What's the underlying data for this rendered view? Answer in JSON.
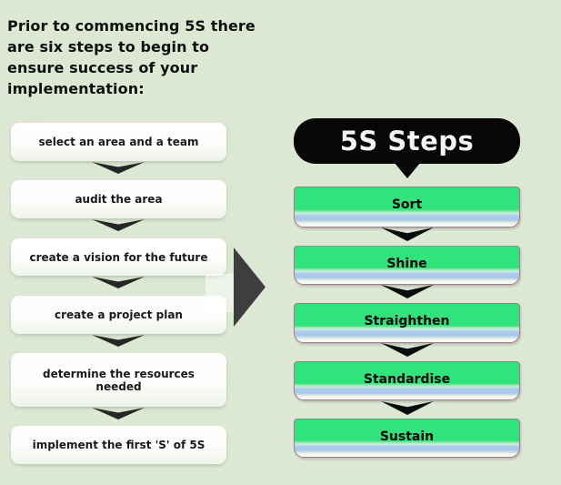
{
  "intro_lines": [
    "Prior to commencing 5S there",
    "are six steps to begin to",
    "ensure success of your",
    "implementation:"
  ],
  "left_steps": [
    "select an area and a team",
    "audit the area",
    "create a vision for the future",
    "create a project plan",
    "determine the resources needed",
    "implement the first 'S' of 5S"
  ],
  "right_panel": {
    "title": "5S Steps",
    "steps": [
      "Sort",
      "Shine",
      "Straighthen",
      "Standardise",
      "Sustain"
    ]
  },
  "colors": {
    "background": "#dce8d3",
    "step_green": "#2ee47b",
    "box_border": "#a77b90",
    "bubble_black": "#070707",
    "arrow_dark": "#3e3e3e",
    "chevron_dark": "#262626",
    "text_dark": "#101010"
  }
}
